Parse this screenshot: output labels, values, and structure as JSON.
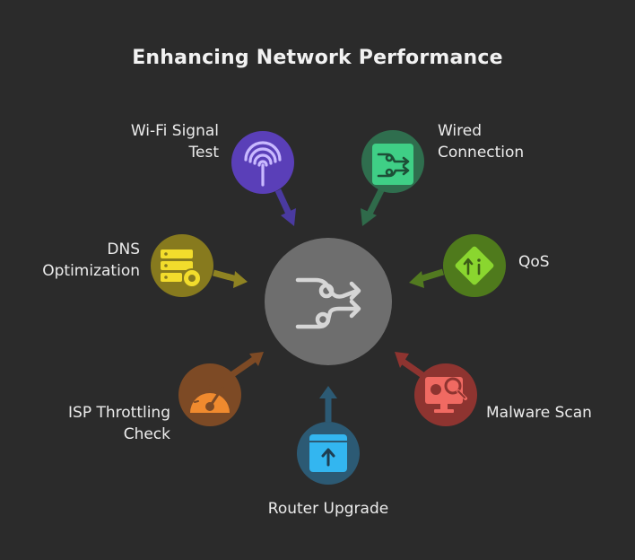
{
  "title": "Enhancing Network Performance",
  "center": {
    "icon": "network-routing-icon"
  },
  "nodes": [
    {
      "id": "wifi",
      "lines": [
        "Wi-Fi Signal",
        "Test"
      ],
      "icon": "wifi-signal-icon",
      "color": "#6b4fd6"
    },
    {
      "id": "wired",
      "lines": [
        "Wired",
        "Connection"
      ],
      "icon": "wired-connection-icon",
      "color": "#3c8f64"
    },
    {
      "id": "dns",
      "lines": [
        "DNS",
        "Optimization"
      ],
      "icon": "server-settings-icon",
      "color": "#bfae2e"
    },
    {
      "id": "qos",
      "lines": [
        "QoS"
      ],
      "icon": "priority-arrow-icon",
      "color": "#6fa22a"
    },
    {
      "id": "isp",
      "lines": [
        "ISP Throttling",
        "Check"
      ],
      "icon": "speedometer-icon",
      "color": "#b5632b"
    },
    {
      "id": "malware",
      "lines": [
        "Malware Scan"
      ],
      "icon": "malware-scan-icon",
      "color": "#c0433f"
    },
    {
      "id": "router",
      "lines": [
        "Router Upgrade"
      ],
      "icon": "router-upgrade-icon",
      "color": "#2b7fc9"
    }
  ]
}
